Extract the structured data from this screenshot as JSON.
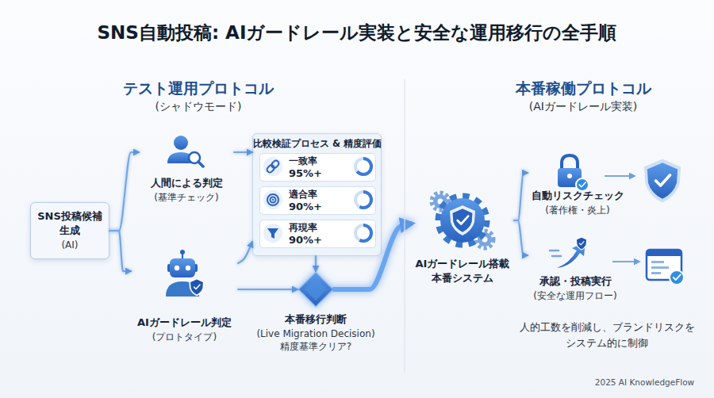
{
  "diagram": {
    "title": "SNS自動投稿: AIガードレール実装と安全な運用移行の全手順",
    "nodes": [
      {
        "text": [
          "SNS投稿候補 生成",
          "(AI)"
        ]
      },
      {
        "text": [
          "人間による判定",
          "(基準チェック)"
        ]
      },
      {
        "text": [
          "AIガードレール判定",
          "(プロトタイプ)"
        ]
      },
      {
        "text": [
          "比較検証プロセス & 精度評価"
        ]
      },
      {
        "text": [
          "一致率",
          "95%+"
        ],
        "in": 3
      },
      {
        "text": [
          "適合率",
          "90%+"
        ],
        "in": 3
      },
      {
        "text": [
          "再現率",
          "90%+"
        ],
        "in": 3
      },
      {
        "text": [
          "本番移行判断",
          "(Live Migration Decision)",
          "精度基準クリア?"
        ]
      },
      {
        "text": [
          "AIガードレール搭載 本番システム"
        ]
      },
      {
        "text": [
          "自動リスクチェック",
          "(著作権・炎上)"
        ]
      },
      {
        "text": [
          "承認・投稿実行",
          "(安全な運用フロー)"
        ]
      }
    ],
    "edges": [
      {
        "from": 0,
        "to": 1,
        "arrow": "to"
      },
      {
        "from": 0,
        "to": 2,
        "arrow": "to"
      },
      {
        "from": 1,
        "to": 3,
        "arrow": "to"
      },
      {
        "from": 2,
        "to": 3,
        "arrow": "to"
      },
      {
        "from": 3,
        "to": 7,
        "arrow": "to"
      },
      {
        "from": 2,
        "to": 7,
        "arrow": "to"
      },
      {
        "from": 7,
        "to": 8,
        "arrow": "to"
      },
      {
        "from": 8,
        "to": 9,
        "arrow": "to"
      },
      {
        "from": 8,
        "to": 10,
        "arrow": "to"
      }
    ],
    "labels": [
      "テスト運用プロトコル",
      "(シャドウモード)",
      "本番稼働プロトコル",
      "(AIガードレール実装)",
      "人的工数を削減し、ブランドリスクを システム的に制御",
      "2025 AI KnowledgeFlow"
    ]
  }
}
